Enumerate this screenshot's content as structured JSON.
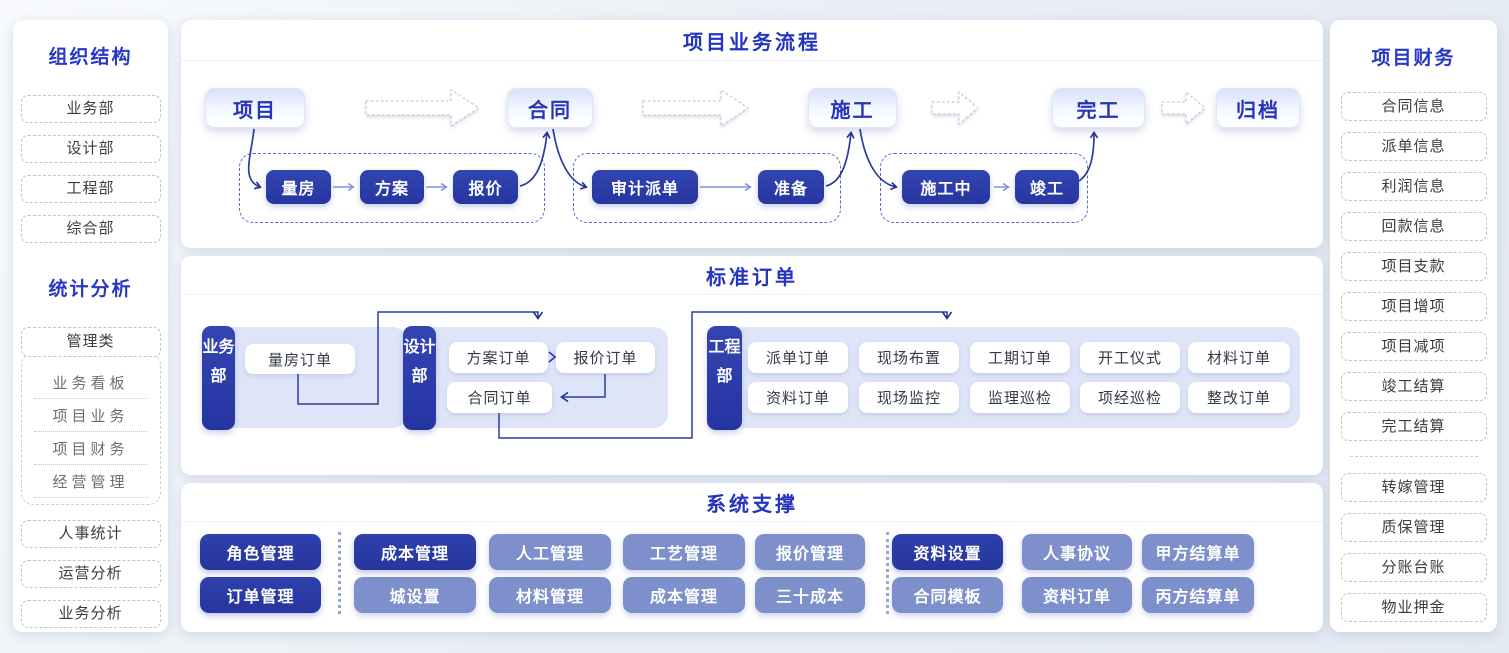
{
  "colors": {
    "accent_dark": "#2a3aa6",
    "accent_medium": "#7d90cc",
    "title_blue": "#2434c0",
    "container_light": "#dee5f8",
    "arrow_navy": "#2b3c9e",
    "arrow_light": "#7e93d8"
  },
  "left_sidebar": {
    "org": {
      "title": "组织结构",
      "items": [
        "业务部",
        "设计部",
        "工程部",
        "综合部"
      ]
    },
    "stats": {
      "title": "统计分析",
      "group_label": "管理类",
      "group_items": [
        "业务看板",
        "项目业务",
        "项目财务",
        "经营管理"
      ],
      "items": [
        "人事统计",
        "运营分析",
        "业务分析"
      ]
    }
  },
  "flow_panel": {
    "title": "项目业务流程",
    "stages": [
      "项目",
      "合同",
      "施工",
      "完工",
      "归档"
    ],
    "subflows": [
      {
        "steps": [
          "量房",
          "方案",
          "报价"
        ]
      },
      {
        "steps": [
          "审计派单",
          "准备"
        ]
      },
      {
        "steps": [
          "施工中",
          "竣工"
        ]
      }
    ]
  },
  "orders_panel": {
    "title": "标准订单",
    "departments": [
      {
        "name": "业务部",
        "orders": [
          "量房订单"
        ]
      },
      {
        "name": "设计部",
        "orders": [
          "方案订单",
          "报价订单",
          "合同订单"
        ]
      },
      {
        "name": "工程部",
        "row1": [
          "派单订单",
          "现场布置",
          "工期订单",
          "开工仪式",
          "材料订单"
        ],
        "row2": [
          "资料订单",
          "现场监控",
          "监理巡检",
          "项经巡检",
          "整改订单"
        ]
      }
    ]
  },
  "support_panel": {
    "title": "系统支撑",
    "row1": [
      {
        "label": "角色管理",
        "variant": "dark"
      },
      {
        "label": "成本管理",
        "variant": "dark"
      },
      {
        "label": "人工管理",
        "variant": "medium"
      },
      {
        "label": "工艺管理",
        "variant": "medium"
      },
      {
        "label": "报价管理",
        "variant": "medium"
      },
      {
        "label": "资料设置",
        "variant": "dark"
      },
      {
        "label": "人事协议",
        "variant": "medium"
      },
      {
        "label": "甲方结算单",
        "variant": "medium"
      }
    ],
    "row2": [
      {
        "label": "订单管理",
        "variant": "dark"
      },
      {
        "label": "城设置",
        "variant": "medium"
      },
      {
        "label": "材料管理",
        "variant": "medium"
      },
      {
        "label": "成本管理",
        "variant": "medium"
      },
      {
        "label": "三十成本",
        "variant": "medium"
      },
      {
        "label": "合同模板",
        "variant": "medium"
      },
      {
        "label": "资料订单",
        "variant": "medium"
      },
      {
        "label": "丙方结算单",
        "variant": "medium"
      }
    ]
  },
  "right_sidebar": {
    "title": "项目财务",
    "items_top": [
      "合同信息",
      "派单信息",
      "利润信息",
      "回款信息",
      "项目支款",
      "项目增项",
      "项目减项",
      "竣工结算",
      "完工结算"
    ],
    "items_bottom": [
      "转嫁管理",
      "质保管理",
      "分账台账",
      "物业押金"
    ]
  }
}
